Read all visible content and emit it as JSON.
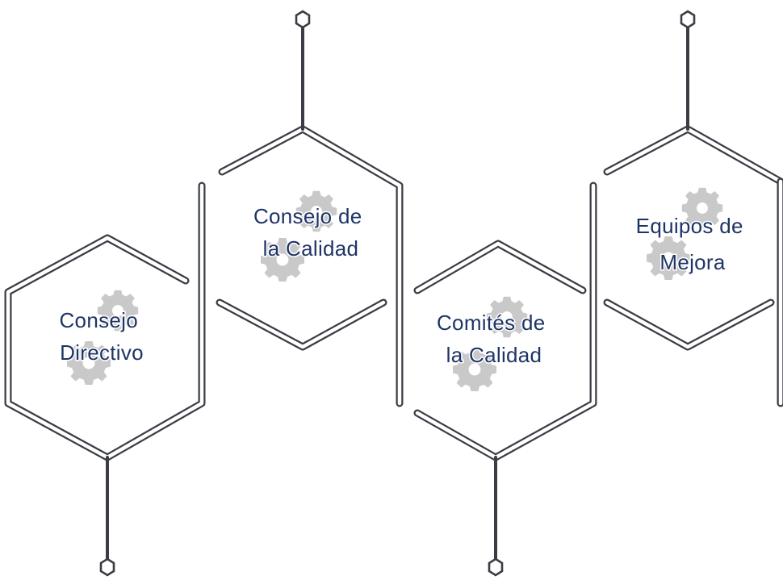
{
  "steps": [
    {
      "id": "consejo-directivo",
      "lines": [
        "Consejo",
        "Directivo"
      ]
    },
    {
      "id": "consejo-calidad",
      "lines": [
        "Consejo de",
        "la Calidad"
      ]
    },
    {
      "id": "comites-calidad",
      "lines": [
        "Comités de",
        "la Calidad"
      ]
    },
    {
      "id": "equipos-mejora",
      "lines": [
        "Equipos de",
        "Mejora"
      ]
    }
  ],
  "colors": {
    "line": "#3a3d44",
    "text": "#1e3466",
    "gear": "#c9c9c9"
  },
  "icons": [
    "gear-icon",
    "hexagon-node-icon"
  ]
}
